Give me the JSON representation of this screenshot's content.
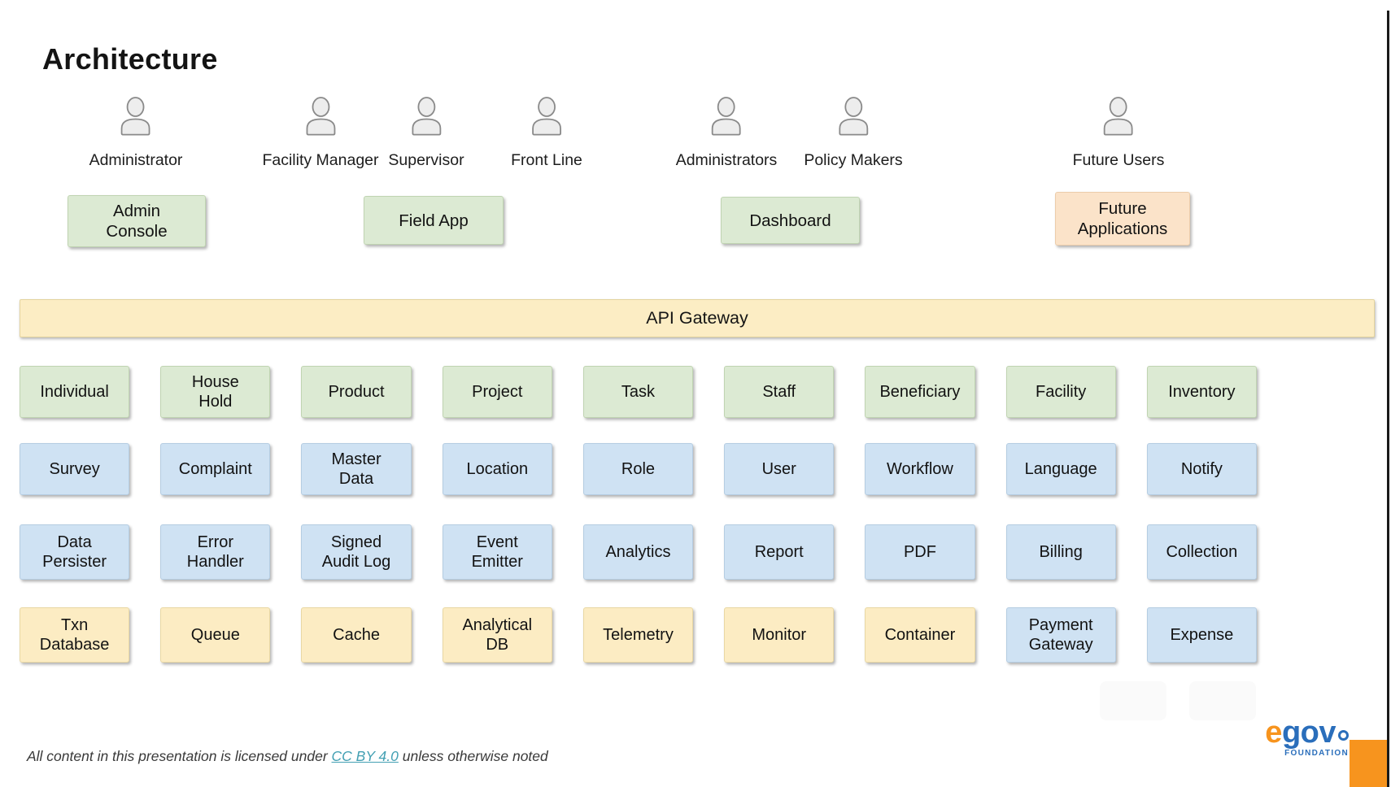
{
  "title": "Architecture",
  "personas": [
    {
      "label": "Administrator"
    },
    {
      "label": "Facility Manager"
    },
    {
      "label": "Supervisor"
    },
    {
      "label": "Front Line"
    },
    {
      "label": "Administrators"
    },
    {
      "label": "Policy Makers"
    },
    {
      "label": "Future Users"
    }
  ],
  "applications": [
    {
      "label": "Admin\nConsole",
      "color": "green"
    },
    {
      "label": "Field App",
      "color": "green"
    },
    {
      "label": "Dashboard",
      "color": "green"
    },
    {
      "label": "Future\nApplications",
      "color": "orange"
    }
  ],
  "api_gateway": {
    "label": "API Gateway"
  },
  "service_rows": [
    {
      "items": [
        {
          "label": "Individual",
          "color": "green"
        },
        {
          "label": "House\nHold",
          "color": "green"
        },
        {
          "label": "Product",
          "color": "green"
        },
        {
          "label": "Project",
          "color": "green"
        },
        {
          "label": "Task",
          "color": "green"
        },
        {
          "label": "Staff",
          "color": "green"
        },
        {
          "label": "Beneficiary",
          "color": "green"
        },
        {
          "label": "Facility",
          "color": "green"
        },
        {
          "label": "Inventory",
          "color": "green"
        }
      ]
    },
    {
      "items": [
        {
          "label": "Survey",
          "color": "blue"
        },
        {
          "label": "Complaint",
          "color": "blue"
        },
        {
          "label": "Master\nData",
          "color": "blue"
        },
        {
          "label": "Location",
          "color": "blue"
        },
        {
          "label": "Role",
          "color": "blue"
        },
        {
          "label": "User",
          "color": "blue"
        },
        {
          "label": "Workflow",
          "color": "blue"
        },
        {
          "label": "Language",
          "color": "blue"
        },
        {
          "label": "Notify",
          "color": "blue"
        }
      ]
    },
    {
      "items": [
        {
          "label": "Data\nPersister",
          "color": "blue"
        },
        {
          "label": "Error\nHandler",
          "color": "blue"
        },
        {
          "label": "Signed\nAudit Log",
          "color": "blue"
        },
        {
          "label": "Event\nEmitter",
          "color": "blue"
        },
        {
          "label": "Analytics",
          "color": "blue"
        },
        {
          "label": "Report",
          "color": "blue"
        },
        {
          "label": "PDF",
          "color": "blue"
        },
        {
          "label": "Billing",
          "color": "blue"
        },
        {
          "label": "Collection",
          "color": "blue"
        }
      ]
    },
    {
      "items": [
        {
          "label": "Txn\nDatabase",
          "color": "yellow"
        },
        {
          "label": "Queue",
          "color": "yellow"
        },
        {
          "label": "Cache",
          "color": "yellow"
        },
        {
          "label": "Analytical\nDB",
          "color": "yellow"
        },
        {
          "label": "Telemetry",
          "color": "yellow"
        },
        {
          "label": "Monitor",
          "color": "yellow"
        },
        {
          "label": "Container",
          "color": "yellow"
        },
        {
          "label": "Payment\nGateway",
          "color": "blue"
        },
        {
          "label": "Expense",
          "color": "blue"
        }
      ]
    }
  ],
  "footer": {
    "prefix": "All content in this presentation is licensed under ",
    "link_text": "CC BY 4.0",
    "suffix": " unless otherwise noted"
  },
  "logo": {
    "brand_e": "e",
    "brand_rest": "gov",
    "foundation_label": "FOUNDATION"
  },
  "colors": {
    "green": "#dcead3",
    "blue": "#cfe2f3",
    "yellow": "#fcecc3",
    "orange": "#fbe3c9",
    "api_gateway_bar": "#fcedc4",
    "brand_orange": "#f7941e",
    "brand_blue": "#2a6ebb",
    "link_teal": "#43a0b3"
  }
}
